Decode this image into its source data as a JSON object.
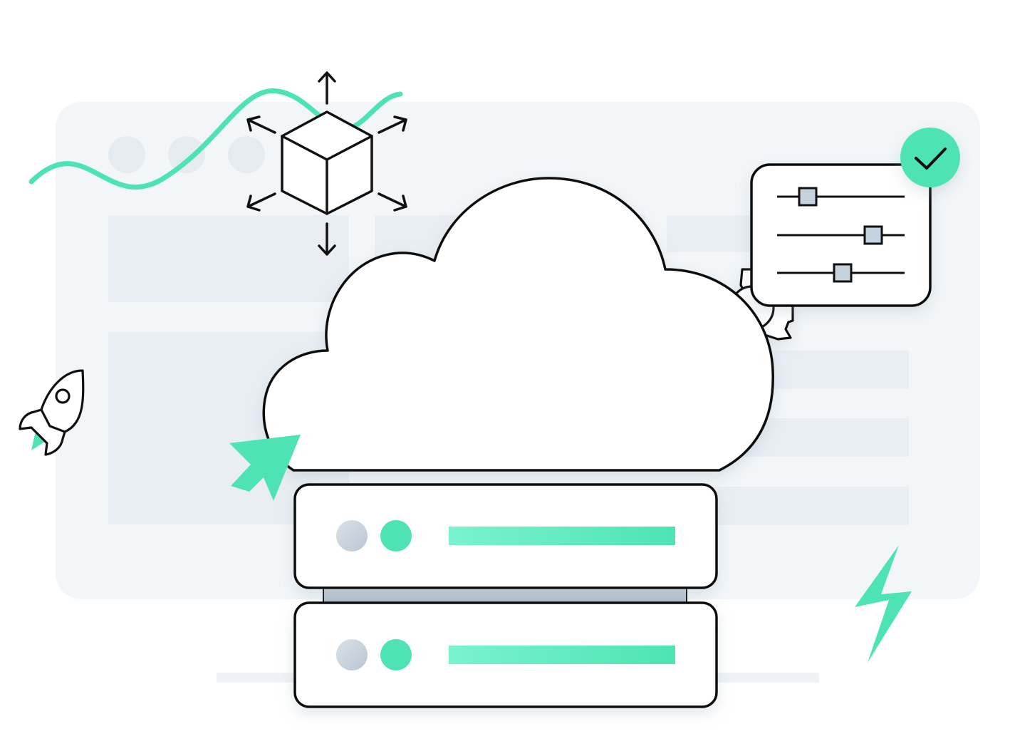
{
  "illustration": {
    "subject": "cloud-server-scaling",
    "colors": {
      "accent": "#4de3b4",
      "accent_light": "#7af2d0",
      "outline": "#111111",
      "panel_bg": "#f2f6f9",
      "panel_block": "#e7edf2",
      "led_gray": "#c9d5df",
      "slider_knob": "#c5d3df",
      "connector": "#b4c3cf"
    },
    "icons": [
      "cube-icon",
      "rocket-icon",
      "cursor-icon",
      "lightning-icon",
      "gear-icon",
      "check-icon",
      "cloud-icon",
      "server-icon",
      "sliders-icon"
    ],
    "server_units": 2,
    "slider_levels": [
      0.2,
      0.74,
      0.52
    ],
    "expand_arrows": 6
  }
}
